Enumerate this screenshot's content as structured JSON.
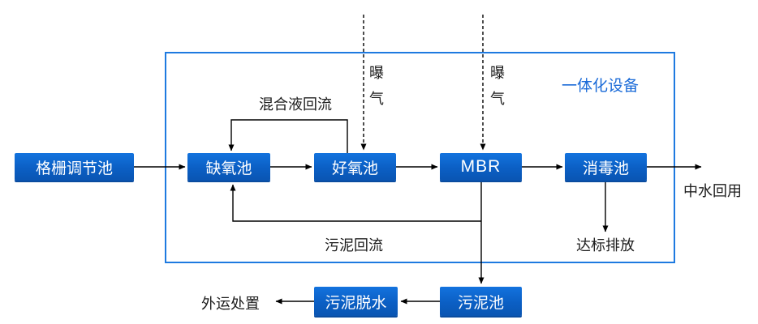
{
  "diagram": {
    "unit_label": "一体化设备",
    "nodes": {
      "grid_tank": "格栅调节池",
      "anoxic_tank": "缺氧池",
      "aerobic_tank": "好氧池",
      "mbr": "MBR",
      "disinfection_tank": "消毒池",
      "sludge_tank": "污泥池",
      "sludge_dewatering": "污泥脱水"
    },
    "flow_labels": {
      "mixed_liquor_return": "混合液回流",
      "sludge_return": "污泥回流",
      "aeration_left": "曝气",
      "aeration_right": "曝气",
      "reclaimed_water_reuse": "中水回用",
      "compliant_discharge": "达标排放",
      "offsite_disposal": "外运处置"
    },
    "colors": {
      "node_fill": "#0B5FC4",
      "node_fill_top": "#1373DE",
      "node_shadow": "#0A4C9F",
      "boundary_border": "#1E7AE0",
      "unit_label_text": "#1B6BD8",
      "connector_line": "#000000",
      "label_text": "#1c1c1c",
      "node_text": "#ffffff"
    }
  }
}
